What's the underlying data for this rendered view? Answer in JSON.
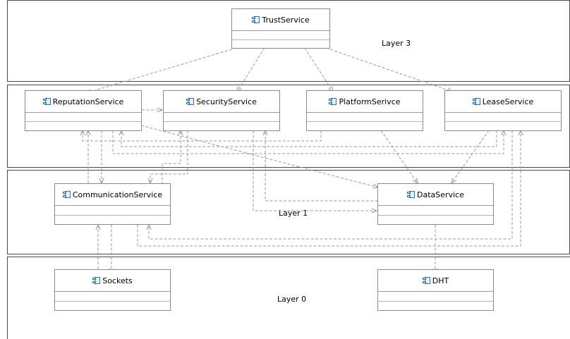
{
  "layers": [
    {
      "id": "layer3",
      "label": "Layer 3"
    },
    {
      "id": "layer2",
      "label": ""
    },
    {
      "id": "layer1",
      "label": "Layer 1"
    },
    {
      "id": "layer0",
      "label": "Layer 0"
    }
  ],
  "components": {
    "trust": {
      "name": "TrustService"
    },
    "reputation": {
      "name": "ReputationService"
    },
    "security": {
      "name": "SecurityService"
    },
    "platform": {
      "name": "PlatformSerivce"
    },
    "lease": {
      "name": "LeaseService"
    },
    "communication": {
      "name": "CommunicationService"
    },
    "dataservice": {
      "name": "DataService"
    },
    "sockets": {
      "name": "Sockets"
    },
    "dht": {
      "name": "DHT"
    }
  },
  "colors": {
    "frame": "#4a4a4a",
    "component_border": "#8a8a8a",
    "dependency": "#9a9a9a",
    "icon": "#2b6fb5"
  }
}
